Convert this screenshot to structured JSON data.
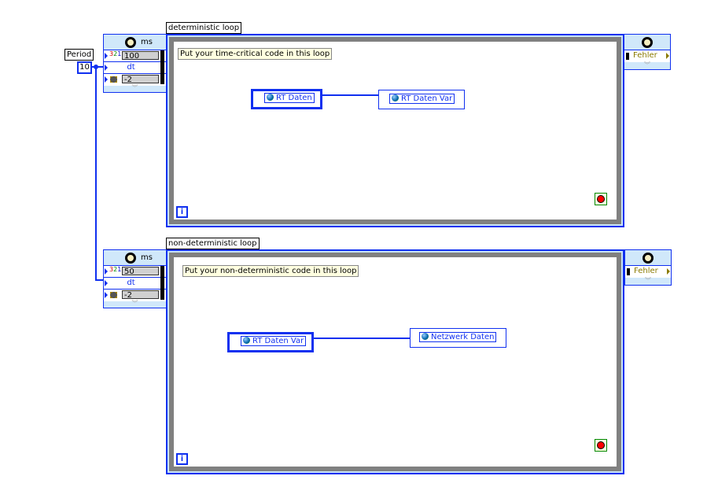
{
  "period": {
    "label": "Period",
    "value": "10"
  },
  "loops": [
    {
      "label": "deterministic loop",
      "comment": "Put your time-critical code in this loop",
      "timing": {
        "unit": "ms",
        "period": "100",
        "dt": "dt",
        "priority": "-2"
      },
      "error_out": "Fehler",
      "nodes": [
        {
          "label": "RT Daten"
        },
        {
          "label": "RT Daten Var"
        }
      ],
      "iteration": "i"
    },
    {
      "label": "non-deterministic loop",
      "comment": "Put your non-deterministic code in this loop",
      "timing": {
        "unit": "ms",
        "period": "50",
        "dt": "dt",
        "priority": "-2"
      },
      "error_out": "Fehler",
      "nodes": [
        {
          "label": "RT Daten Var"
        },
        {
          "label": "Netzwerk Daten"
        }
      ],
      "iteration": "i"
    }
  ]
}
